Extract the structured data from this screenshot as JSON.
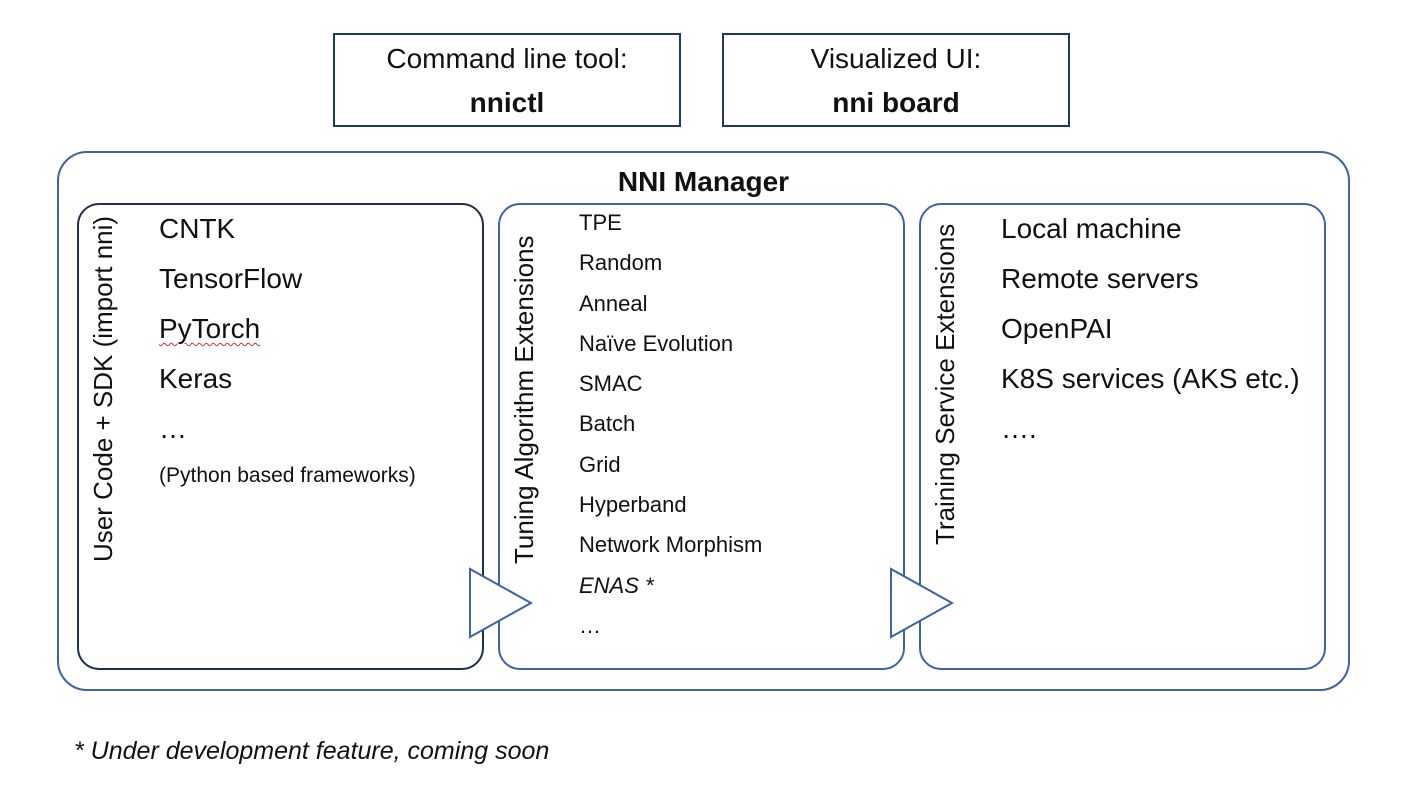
{
  "top_boxes": [
    {
      "line1": "Command line tool:",
      "line2": "nnictl"
    },
    {
      "line1": "Visualized UI:",
      "line2": "nni board"
    }
  ],
  "manager_title": "NNI Manager",
  "panels": [
    {
      "vertical_label": "User Code + SDK (import nni)",
      "items": [
        "CNTK",
        "TensorFlow",
        "PyTorch",
        "Keras",
        "…",
        "(Python based frameworks)"
      ]
    },
    {
      "vertical_label": "Tuning Algorithm Extensions",
      "items": [
        "TPE",
        "Random",
        "Anneal",
        "Naïve Evolution",
        "SMAC",
        "Batch",
        "Grid",
        "Hyperband",
        "Network Morphism",
        "ENAS *",
        "…"
      ]
    },
    {
      "vertical_label": "Training Service Extensions",
      "items": [
        "Local machine",
        "Remote servers",
        "OpenPAI",
        "K8S services (AKS etc.)",
        "…."
      ]
    }
  ],
  "footnote": "* Under development feature, coming soon",
  "colors": {
    "border_dark": "#1f2e4a",
    "border_blue": "#3d63a0",
    "arrow": "#3d63a0"
  }
}
